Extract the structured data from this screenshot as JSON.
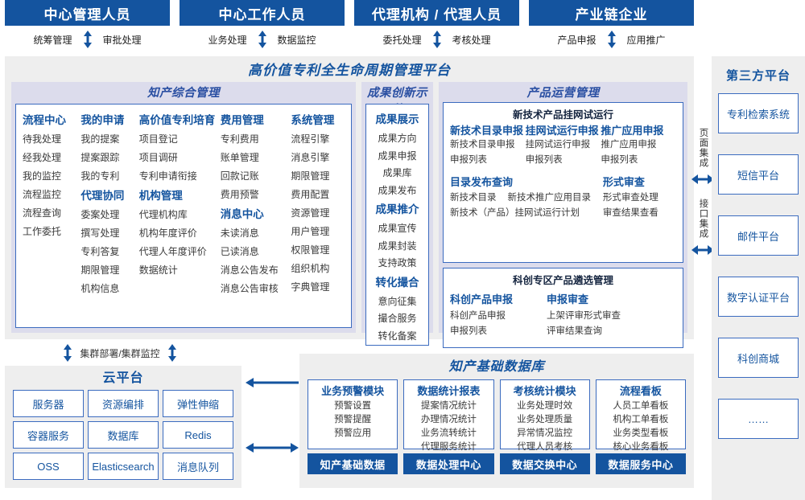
{
  "roles": [
    {
      "title": "中心管理人员",
      "left": "统筹管理",
      "right": "审批处理"
    },
    {
      "title": "中心工作人员",
      "left": "业务处理",
      "right": "数据监控"
    },
    {
      "title": "代理机构 / 代理人员",
      "left": "委托处理",
      "right": "考核处理"
    },
    {
      "title": "产业链企业",
      "left": "产品申报",
      "right": "应用推广"
    }
  ],
  "platform": {
    "title": "高价值专利全生命周期管理平台",
    "zhichan": {
      "title": "知产综合管理",
      "columns": [
        {
          "blocks": [
            {
              "group": "流程中心",
              "items": [
                "待我处理",
                "经我处理",
                "我的监控",
                "流程监控",
                "流程查询",
                "工作委托"
              ]
            }
          ]
        },
        {
          "blocks": [
            {
              "group": "我的申请",
              "items": [
                "我的提案",
                "提案跟踪",
                "我的专利"
              ]
            },
            {
              "group": "代理协同",
              "items": [
                "委案处理",
                "撰写处理",
                "专利答复",
                "期限管理",
                "机构信息"
              ]
            }
          ]
        },
        {
          "blocks": [
            {
              "group": "高价值专利培育",
              "items": [
                "项目登记",
                "项目调研",
                "专利申请衔接"
              ]
            },
            {
              "group": "机构管理",
              "items": [
                "代理机构库",
                "机构年度评价",
                "代理人年度评价",
                "数据统计"
              ]
            }
          ]
        },
        {
          "blocks": [
            {
              "group": "费用管理",
              "items": [
                "专利费用",
                "账单管理",
                "回款记账",
                "费用预警"
              ]
            },
            {
              "group": "消息中心",
              "items": [
                "未读消息",
                "已读消息",
                "消息公告发布",
                "消息公告审核"
              ]
            }
          ]
        },
        {
          "blocks": [
            {
              "group": "系统管理",
              "items": [
                "流程引擎",
                "消息引擎",
                "期限管理",
                "费用配置",
                "资源管理",
                "用户管理",
                "权限管理",
                "组织机构",
                "字典管理"
              ]
            }
          ]
        }
      ]
    },
    "chengguo": {
      "title": "成果创新示范",
      "blocks": [
        {
          "group": "成果展示",
          "items": [
            "成果方向",
            "成果申报",
            "成果库",
            "成果发布"
          ]
        },
        {
          "group": "成果推介",
          "items": [
            "成果宣传",
            "成果封装",
            "支持政策"
          ]
        },
        {
          "group": "转化撮合",
          "items": [
            "意向征集",
            "撮合服务",
            "转化备案"
          ]
        }
      ]
    },
    "chanpin": {
      "title": "产品运营管理",
      "box1": {
        "head": "新技术产品挂网试运行",
        "tri": [
          {
            "sub": "新技术目录申报",
            "items": [
              "新技术目录申报",
              "申报列表"
            ]
          },
          {
            "sub": "挂网试运行申报",
            "items": [
              "挂网试运行申报",
              "申报列表"
            ]
          },
          {
            "sub": "推广应用申报",
            "items": [
              "推广应用申报",
              "申报列表"
            ]
          }
        ],
        "pair": {
          "left_sub": "目录发布查询",
          "left_row1a": "新技术目录",
          "left_row1b": "新技术推广应用目录",
          "left_row2": "新技术（产品）挂网试运行计划",
          "right_sub": "形式审查",
          "right_items": [
            "形式审查处理",
            "审查结果查看"
          ]
        }
      },
      "box2": {
        "head": "科创专区产品遴选管理",
        "duo": {
          "left_sub": "科创产品申报",
          "left_items": [
            "科创产品申报",
            "申报列表"
          ],
          "right_sub": "申报审查",
          "right_items": [
            "上架评审形式审查",
            "评审结果查询"
          ]
        }
      }
    }
  },
  "integration": {
    "page_label": "页面集成",
    "api_label": "接口集成"
  },
  "third_party": {
    "title": "第三方平台",
    "items": [
      "专利检索系统",
      "短信平台",
      "邮件平台",
      "数字认证平台",
      "科创商城",
      "……"
    ]
  },
  "cluster_label": "集群部署/集群监控",
  "cloud": {
    "title": "云平台",
    "cells": [
      "服务器",
      "资源编排",
      "弹性伸缩",
      "容器服务",
      "数据库",
      "Redis",
      "OSS",
      "Elasticsearch",
      "消息队列"
    ]
  },
  "database": {
    "title": "知产基础数据库",
    "columns": [
      {
        "head": "业务预警模块",
        "items": [
          "预警设置",
          "预警提醒",
          "预警应用"
        ],
        "foot": "知产基础数据"
      },
      {
        "head": "数据统计报表",
        "items": [
          "提案情况统计",
          "办理情况统计",
          "业务流转统计",
          "代理服务统计"
        ],
        "foot": "数据处理中心"
      },
      {
        "head": "考核统计模块",
        "items": [
          "业务处理时效",
          "业务处理质量",
          "异常情况监控",
          "代理人员考核"
        ],
        "foot": "数据交换中心"
      },
      {
        "head": "流程看板",
        "items": [
          "人员工单看板",
          "机构工单看板",
          "业务类型看板",
          "核心业务看板"
        ],
        "foot": "数据服务中心"
      }
    ]
  },
  "colors": {
    "brand": "#14549F",
    "panel": "#DCDCEC",
    "surface": "#EEEEEE",
    "border": "#3b6bbf"
  }
}
